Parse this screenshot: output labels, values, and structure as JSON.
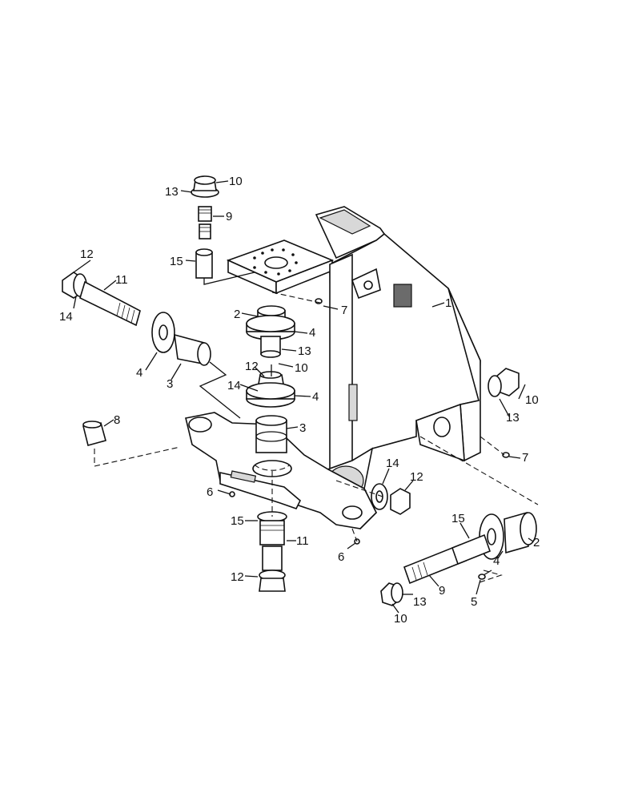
{
  "diagram": {
    "callouts": [
      "1",
      "2",
      "2",
      "3",
      "3",
      "4",
      "4",
      "4",
      "4",
      "5",
      "6",
      "6",
      "7",
      "7",
      "8",
      "9",
      "9",
      "10",
      "10",
      "10",
      "10",
      "11",
      "11",
      "12",
      "12",
      "12",
      "12",
      "13",
      "13",
      "13",
      "13",
      "14",
      "14",
      "14",
      "15",
      "15"
    ]
  }
}
